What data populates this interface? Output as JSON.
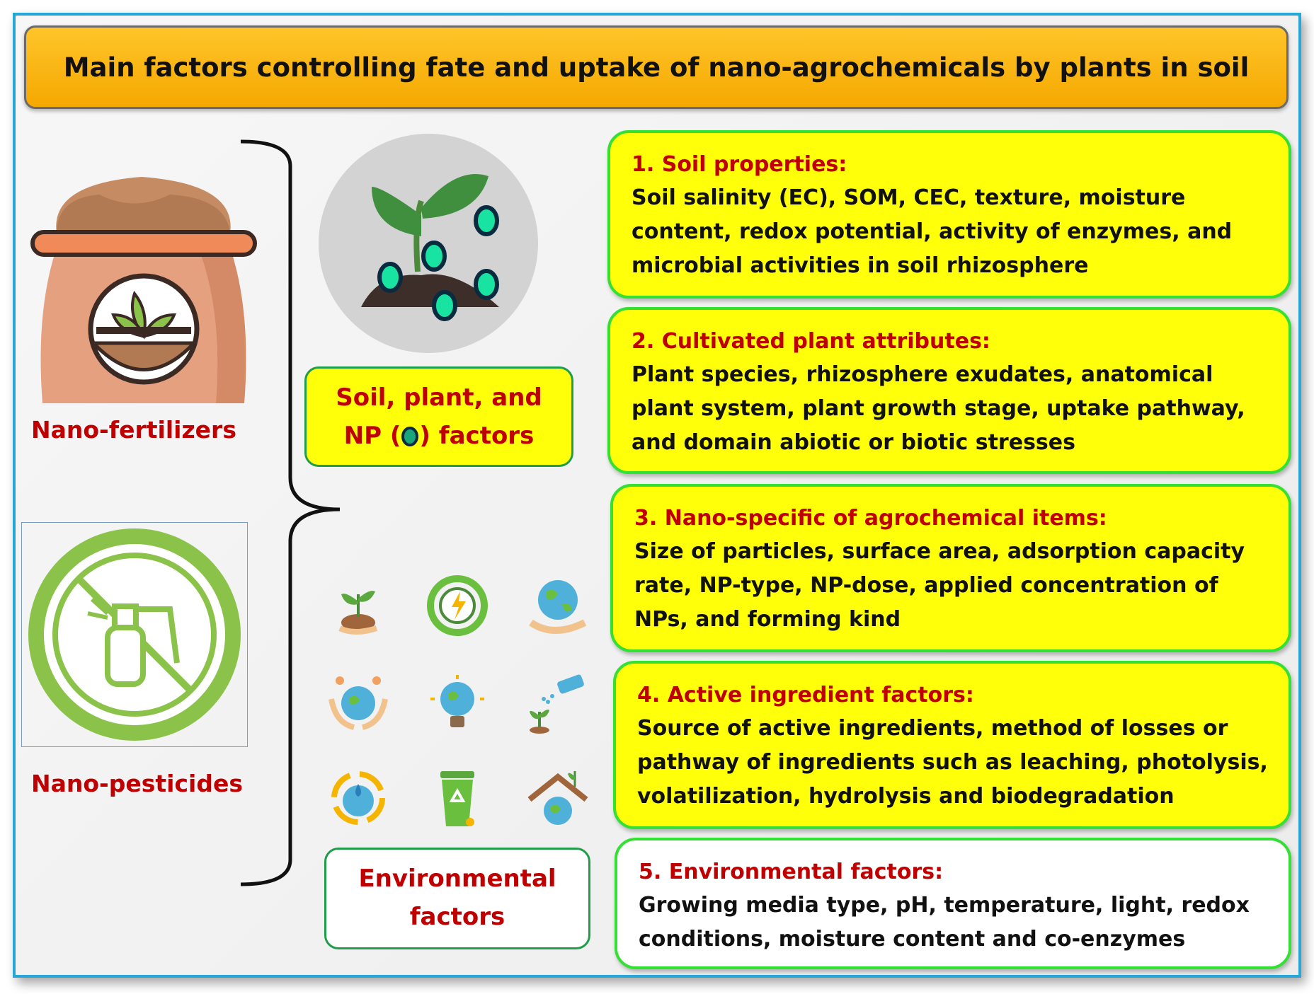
{
  "title": "Main factors controlling fate and uptake of nano-agrochemicals by plants in soil",
  "left": {
    "fertilizers_label": "Nano-fertilizers",
    "pesticides_label": "Nano-pesticides",
    "fertilizer_icon": "fertilizer-bag-icon",
    "pesticide_icon": "sprayer-badge-icon"
  },
  "center": {
    "spfactors_line1": "Soil, plant, and",
    "spfactors_pre": "NP (",
    "spfactors_post": ") factors",
    "env_line1": "Environmental",
    "env_line2": "factors"
  },
  "factors": [
    {
      "heading": "1. Soil properties:",
      "text": "Soil salinity (EC), SOM, CEC, texture, moisture content, redox potential, activity of enzymes, and microbial activities in soil rhizosphere"
    },
    {
      "heading": "2. Cultivated plant attributes:",
      "text": "Plant species, rhizosphere exudates, anatomical plant system, plant growth stage, uptake pathway, and domain abiotic or biotic stresses"
    },
    {
      "heading": "3. Nano-specific of agrochemical items:",
      "text": "Size of particles, surface area, adsorption capacity rate, NP-type, NP-dose, applied concentration of NPs, and forming kind"
    },
    {
      "heading": "4. Active ingredient factors:",
      "text": "Source of active ingredients, method of losses or pathway of ingredients such as leaching, photolysis, volatilization, hydrolysis and biodegradation"
    },
    {
      "heading": "5. Environmental factors:",
      "text": "Growing media type, pH, temperature, light, redox conditions, moisture content and co-enzymes"
    }
  ],
  "colors": {
    "heading_red": "#c00000",
    "box_yellow": "#ffff0a",
    "box_border": "#33e033",
    "title_orange": "#f5a800"
  }
}
